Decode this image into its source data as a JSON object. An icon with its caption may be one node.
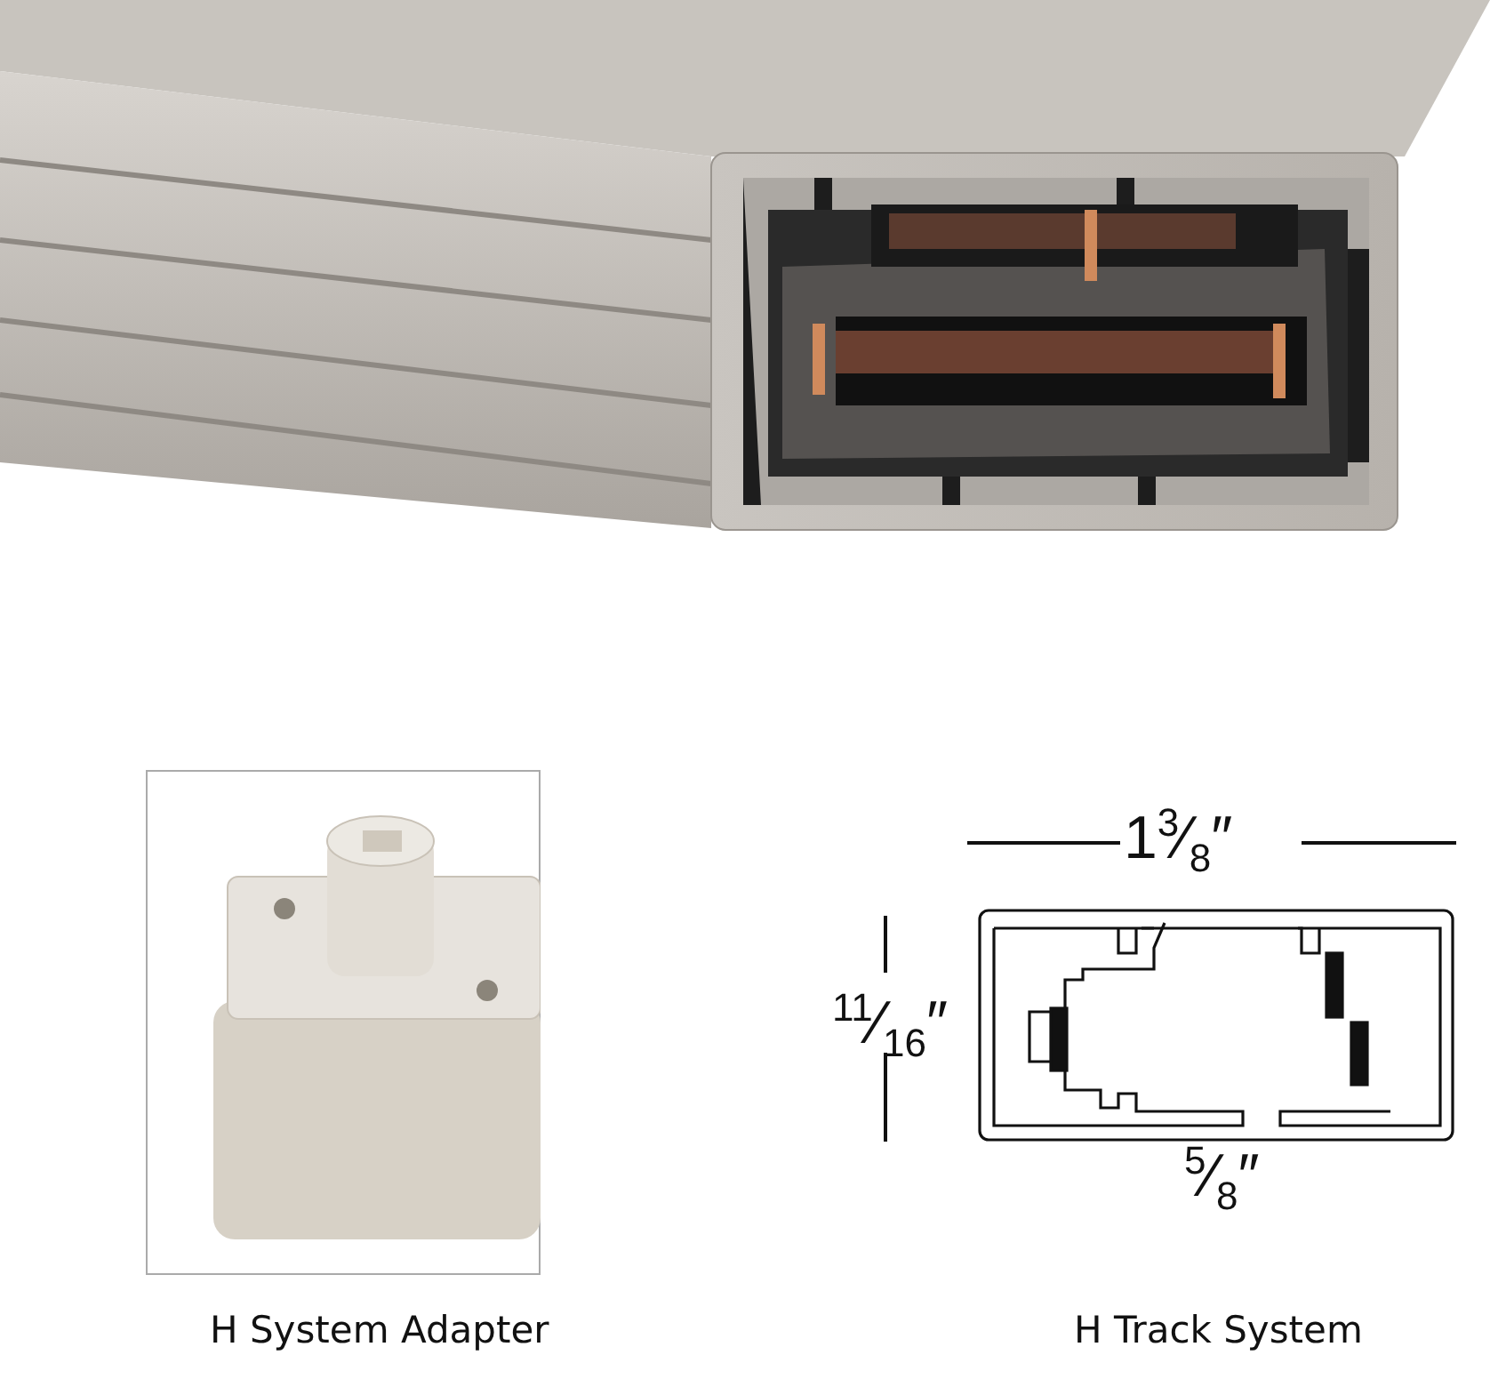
{
  "diagram": {
    "labels": [
      "1$^{3}$⁄$_{8}$″",
      "$^{11}$⁄$_{16}$″",
      "$^{5}$⁄$_{8}$″",
      "H System Adapter",
      "H Track System"
    ]
  }
}
